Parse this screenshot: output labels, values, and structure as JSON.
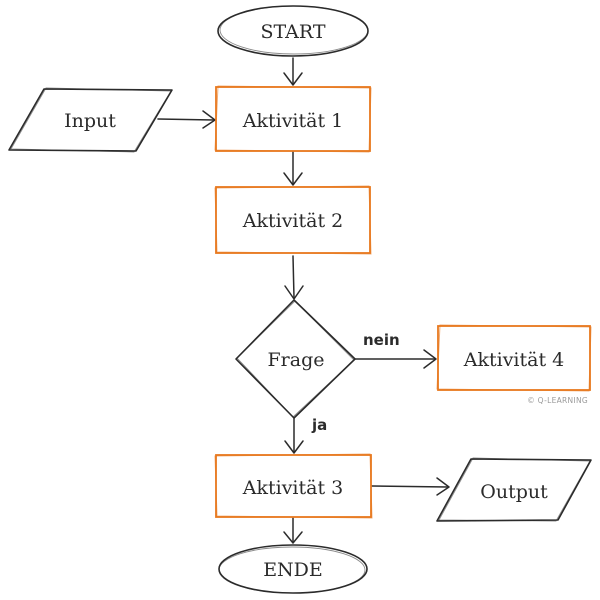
{
  "diagram": {
    "accent_color": "#e8781e",
    "nodes": {
      "start": {
        "label": "START",
        "shape": "ellipse"
      },
      "input": {
        "label": "Input",
        "shape": "parallelogram"
      },
      "activity1": {
        "label": "Aktivität 1",
        "shape": "rectangle"
      },
      "activity2": {
        "label": "Aktivität 2",
        "shape": "rectangle"
      },
      "question": {
        "label": "Frage",
        "shape": "diamond"
      },
      "activity4": {
        "label": "Aktivität 4",
        "shape": "rectangle"
      },
      "activity3": {
        "label": "Aktivität 3",
        "shape": "rectangle"
      },
      "output": {
        "label": "Output",
        "shape": "parallelogram"
      },
      "end": {
        "label": "ENDE",
        "shape": "ellipse"
      }
    },
    "edge_labels": {
      "no": "nein",
      "yes": "ja"
    },
    "credit": "© Q-LEARNING"
  }
}
